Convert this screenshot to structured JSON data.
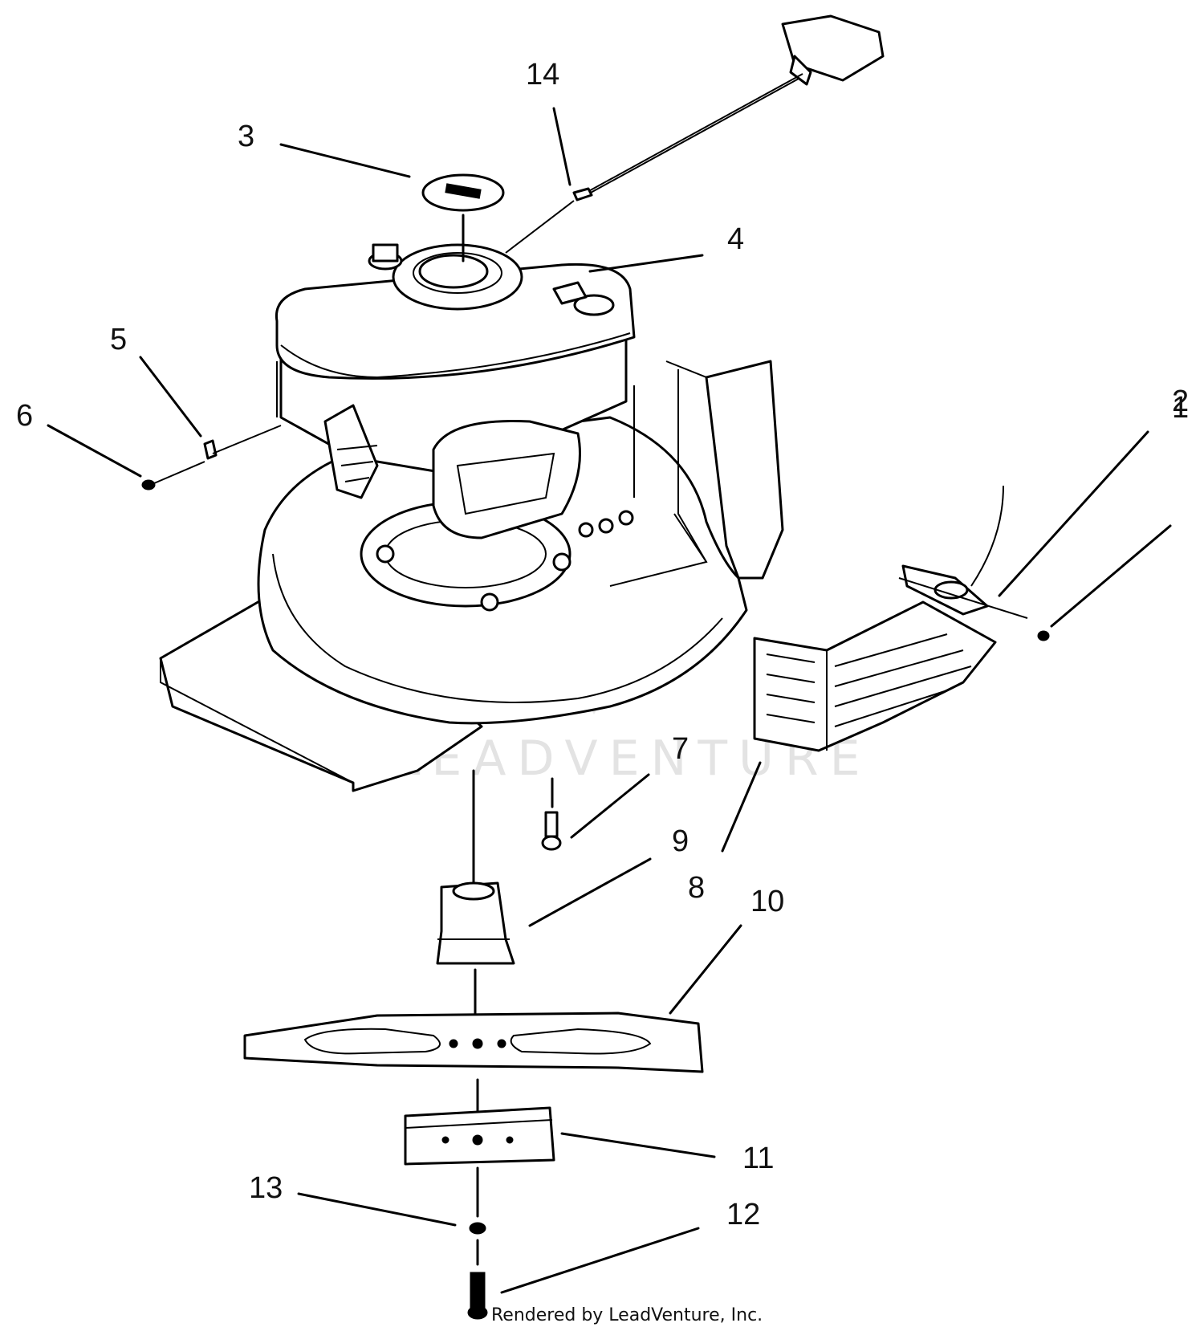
{
  "watermark": "LEADVENTURE",
  "credit": "Rendered by LeadVenture, Inc.",
  "callouts": {
    "c1": "1",
    "c2": "2",
    "c3": "3",
    "c4": "4",
    "c5": "5",
    "c6": "6",
    "c7": "7",
    "c8": "8",
    "c9": "9",
    "c10": "10",
    "c11": "11",
    "c12": "12",
    "c13": "13",
    "c14": "14"
  }
}
